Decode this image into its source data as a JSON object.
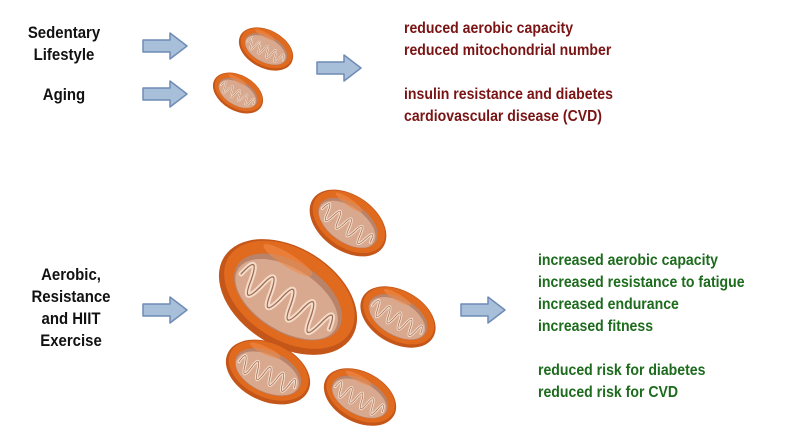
{
  "colors": {
    "negative_text": "#7a1414",
    "positive_text": "#1d6b1d",
    "arrow_fill": "#a8bfd9",
    "arrow_stroke": "#6f8cb5",
    "mito_outer": "#e06a1e",
    "mito_inner": "#d9a98f",
    "mito_cristae": "#f4dcc9"
  },
  "top": {
    "cause_1": [
      "Sedentary",
      "Lifestyle"
    ],
    "cause_2": "Aging",
    "effects_group_1": [
      "reduced aerobic capacity",
      "reduced mitochondrial number"
    ],
    "effects_group_2": [
      "insulin resistance and diabetes",
      "cardiovascular disease (CVD)"
    ]
  },
  "bottom": {
    "cause": [
      "Aerobic,",
      "Resistance",
      "and HIIT",
      "Exercise"
    ],
    "effects_group_1": [
      "increased aerobic capacity",
      "increased resistance to fatigue",
      "increased endurance",
      "increased fitness"
    ],
    "effects_group_2": [
      "reduced risk for diabetes",
      "reduced risk for CVD"
    ]
  },
  "icons": {
    "arrow": "right-arrow-icon",
    "organelle": "mitochondrion-icon"
  }
}
